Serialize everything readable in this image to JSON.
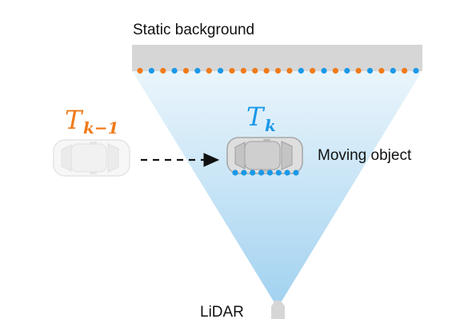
{
  "labels": {
    "static_background": "Static background",
    "moving_object": "Moving object",
    "lidar": "LiDAR",
    "t_prev_main": "T",
    "t_prev_sub": "k−1",
    "t_curr_main": "T",
    "t_curr_sub": "k"
  },
  "colors": {
    "orange": "#f07a1a",
    "blue": "#1a98e8",
    "wall": "#d6d6d6",
    "beam": "#bfe0f5",
    "car_current": "#a8a8a8",
    "car_previous": "#d4d4d4"
  },
  "static_points": [
    "orange",
    "blue",
    "orange",
    "blue",
    "orange",
    "blue",
    "orange",
    "blue",
    "orange",
    "orange",
    "orange",
    "orange",
    "orange",
    "orange",
    "blue",
    "orange",
    "blue",
    "orange",
    "blue",
    "orange",
    "blue",
    "orange",
    "blue",
    "orange",
    "blue"
  ],
  "object_points": [
    "blue",
    "blue",
    "blue",
    "blue",
    "blue",
    "blue",
    "blue",
    "blue"
  ]
}
